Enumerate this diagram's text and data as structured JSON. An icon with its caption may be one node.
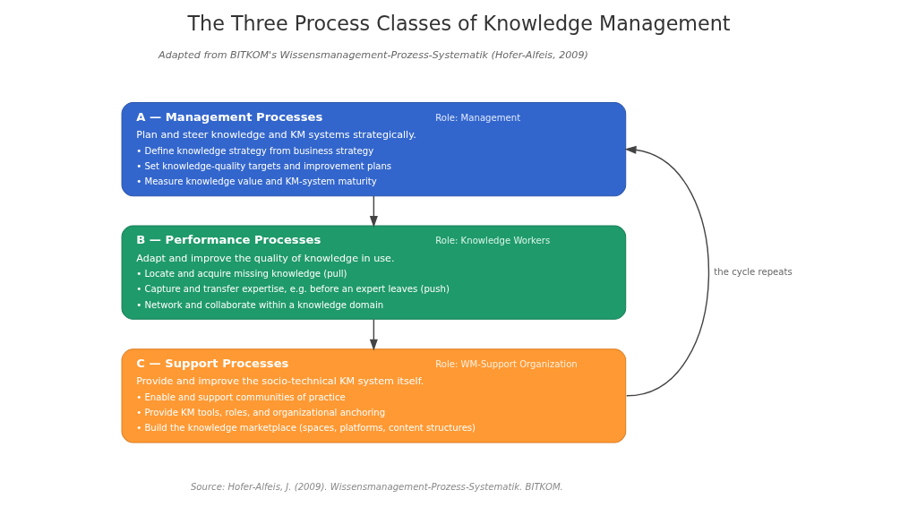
{
  "diagram": {
    "title": "The Three Process Classes of Knowledge Management",
    "caption": "Source: Hofer-Alfeis, J. (2009). Wissensmanagement-Prozess-Systematik. BITKOM.",
    "nodes": [
      {
        "text": [
          "A — Management Processes",
          "Role: Management",
          "Plan and steer knowledge and KM systems strategically.",
          "• Define knowledge strategy from business strategy",
          "• Set knowledge-quality targets and improvement plans",
          "• Measure knowledge value and KM-system maturity"
        ]
      },
      {
        "text": [
          "B — Performance Processes",
          "Role: Knowledge Workers",
          "Adapt and improve the quality of knowledge in use.",
          "• Locate and acquire missing knowledge (pull)",
          "• Capture and transfer expertise, e.g. before an expert leaves (push)",
          "• Network and collaborate within a knowledge domain"
        ]
      },
      {
        "text": [
          "C — Support Processes",
          "Role: WM-Support Organization",
          "Provide and improve the socio-technical KM system itself.",
          "• Enable and support communities of practice",
          "• Provide KM tools, roles, and organizational anchoring",
          "• Build the knowledge marketplace (spaces, platforms, content structures)"
        ]
      }
    ],
    "edges": [
      {
        "from": 0,
        "to": 1,
        "arrow": "to"
      },
      {
        "from": 1,
        "to": 2,
        "arrow": "to"
      },
      {
        "from": 2,
        "to": 0,
        "arrow": "to",
        "label": "the cycle repeats"
      }
    ],
    "labels": [
      "Adapted from BITKOM's Wissensmanagement-Prozess-Systematik (Hofer-Alfeis, 2009)"
    ]
  }
}
